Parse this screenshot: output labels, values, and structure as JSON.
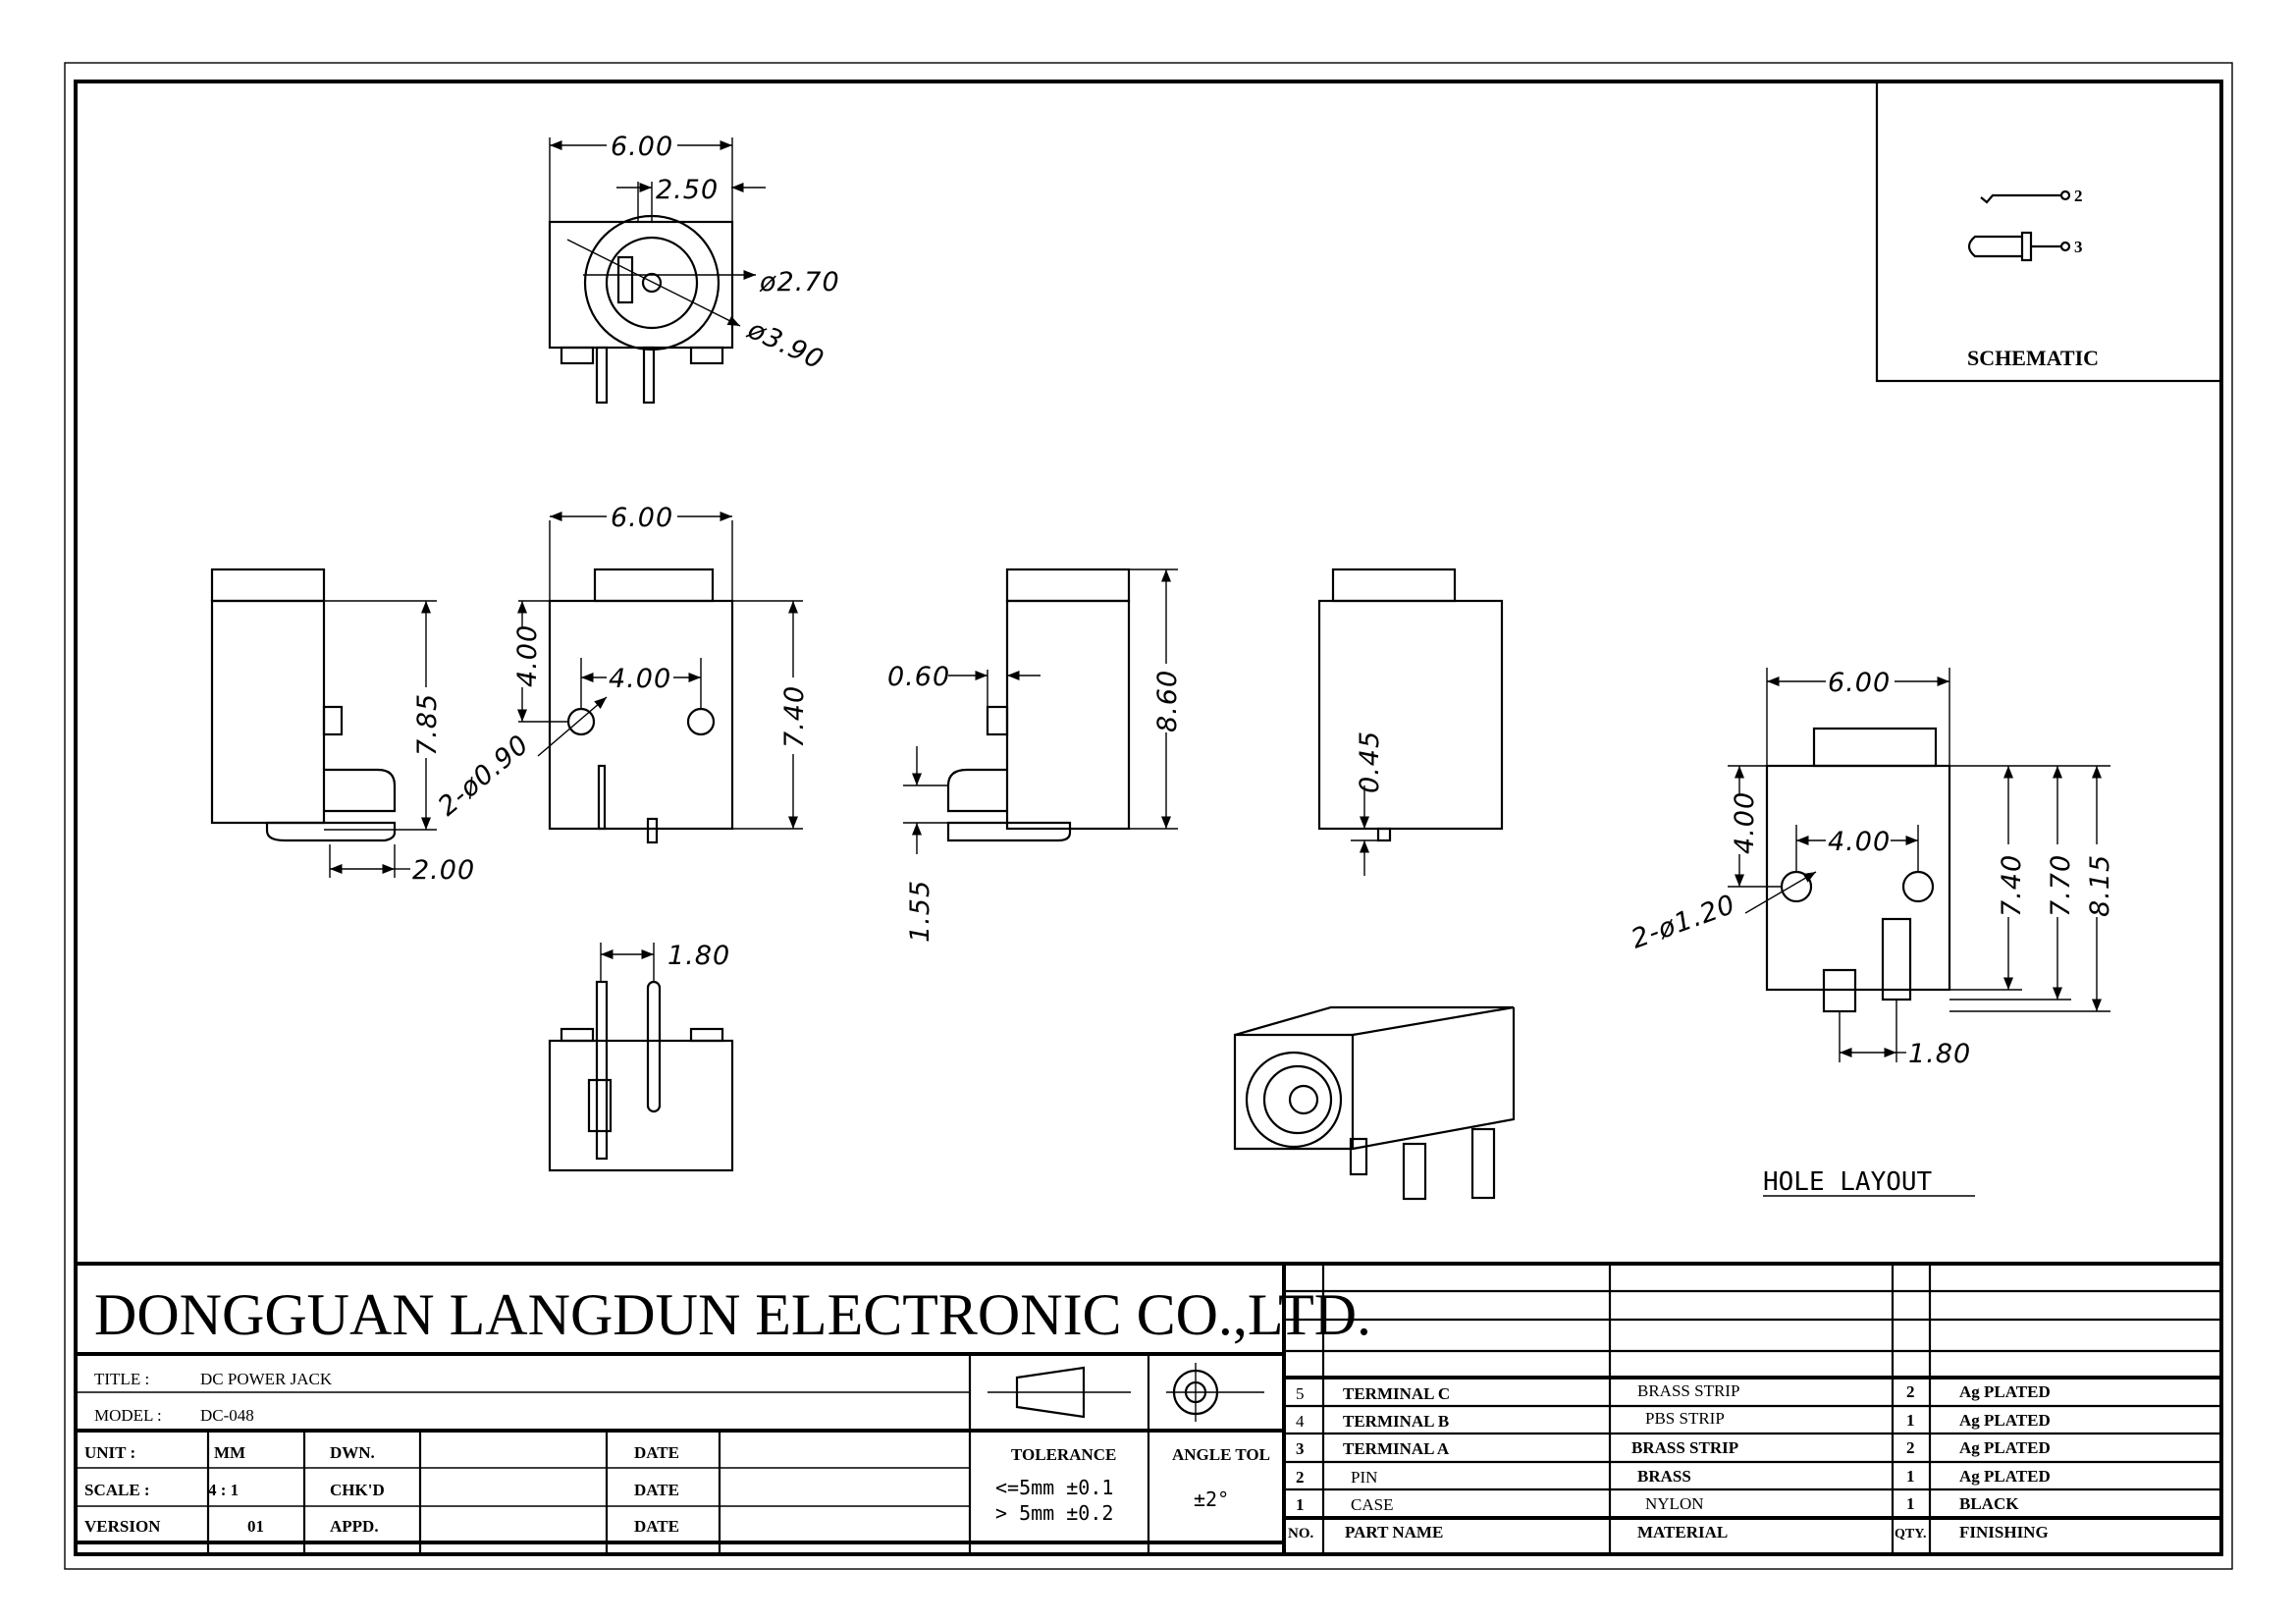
{
  "company": "DONGGUAN LANGDUN ELECTRONIC CO.,LTD.",
  "schematic": {
    "title": "SCHEMATIC",
    "pin2": "2",
    "pin3": "3"
  },
  "hole_layout_title": "HOLE LAYOUT",
  "dimensions": {
    "top_width": "6.00",
    "top_offset": "2.50",
    "d270": "ø2.70",
    "d390": "ø3.90",
    "side_height": "7.85",
    "side_bottom": "2.00",
    "front_width": "6.00",
    "front_v": "4.00",
    "front_h": "4.00",
    "front_holes": "2-ø0.90",
    "front_height": "7.40",
    "rear_060": "0.60",
    "rear_155": "1.55",
    "rear_860": "8.60",
    "right_045": "0.45",
    "bottom_180": "1.80",
    "hole_width": "6.00",
    "hole_v": "4.00",
    "hole_h": "4.00",
    "hole_d": "2-ø1.20",
    "hole_740": "7.40",
    "hole_770": "7.70",
    "hole_815": "8.15",
    "hole_180": "1.80"
  },
  "title_block": {
    "title_label": "TITLE  :",
    "title_value": "DC POWER JACK",
    "model_label": "MODEL  :",
    "model_value": "DC-048",
    "unit_label": "UNIT   :",
    "unit_value": "MM",
    "scale_label": "SCALE  :",
    "scale_value": "4 : 1",
    "version_label": "VERSION",
    "version_value": "01",
    "dwn": "DWN.",
    "chkd": "CHK'D",
    "appd": "APPD.",
    "date": "DATE",
    "tolerance_label": "TOLERANCE",
    "tol_line1": "<=5mm  ±0.1",
    "tol_line2": ">  5mm  ±0.2",
    "angle_label": "ANGLE TOL",
    "angle_value": "±2°"
  },
  "bom": {
    "headers": {
      "no": "NO.",
      "part": "PART  NAME",
      "material": "MATERIAL",
      "qty": "QTY.",
      "finishing": "FINISHING"
    },
    "rows": [
      {
        "no": "5",
        "part": "TERMINAL C",
        "material": "BRASS STRIP",
        "qty": "2",
        "finishing": "Ag PLATED"
      },
      {
        "no": "4",
        "part": "TERMINAL B",
        "material": "PBS STRIP",
        "qty": "1",
        "finishing": "Ag PLATED"
      },
      {
        "no": "3",
        "part": "TERMINAL A",
        "material": "BRASS STRIP",
        "qty": "2",
        "finishing": "Ag PLATED"
      },
      {
        "no": "2",
        "part": "PIN",
        "material": "BRASS",
        "qty": "1",
        "finishing": "Ag PLATED"
      },
      {
        "no": "1",
        "part": "CASE",
        "material": "NYLON",
        "qty": "1",
        "finishing": "BLACK"
      }
    ]
  }
}
